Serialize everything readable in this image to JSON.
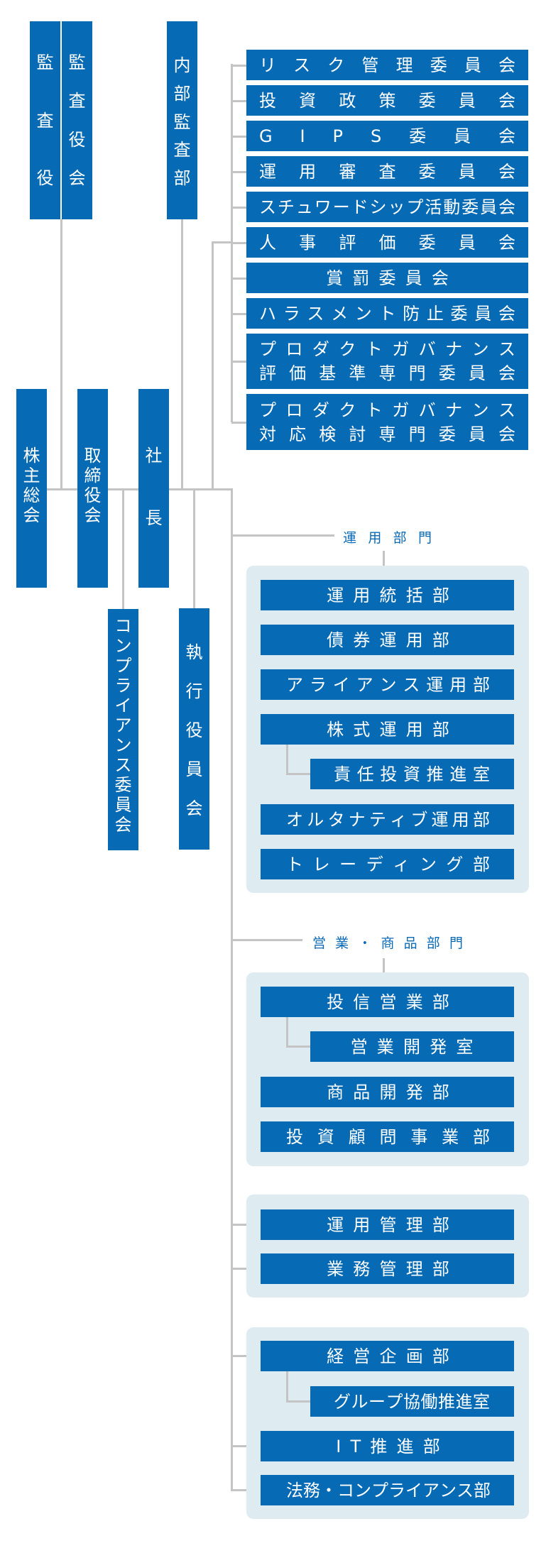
{
  "colors": {
    "box": "#066ab5",
    "panel": "#deebf0",
    "line": "#c4c4c4",
    "label": "#0a6ab5"
  },
  "top": {
    "auditor": "監査役",
    "audit_board": "監査役会",
    "internal_audit": "内部監査部"
  },
  "committees": [
    "リスク管理委員会",
    "投資政策委員会",
    "GIPS委員会",
    "運用審査委員会",
    "スチュワードシップ活動委員会",
    "人事評価委員会",
    "賞罰委員会",
    "ハラスメント防止委員会",
    {
      "line1": "プロダクトガバナンス",
      "line2": "評価基準専門委員会"
    },
    {
      "line1": "プロダクトガバナンス",
      "line2": "対応検討専門委員会"
    }
  ],
  "governance": {
    "shareholders": "株主総会",
    "board": "取締役会",
    "president": "社長",
    "compliance_committee": "コンプライアンス委員会",
    "executive_committee": "執行役員会"
  },
  "divisions": {
    "investment": {
      "label": "運用部門",
      "departments": [
        "運用統括部",
        "債券運用部",
        "アライアンス運用部",
        "株式運用部",
        "責任投資推進室",
        "オルタナティブ運用部",
        "トレーディング部"
      ]
    },
    "sales": {
      "label": "営業・商品部門",
      "departments": [
        "投信営業部",
        "営業開発室",
        "商品開発部",
        "投資顧問事業部"
      ]
    },
    "operations": {
      "departments": [
        "運用管理部",
        "業務管理部"
      ]
    },
    "corporate": {
      "departments": [
        "経営企画部",
        "グループ協働推進室",
        "IT推進部",
        "法務・コンプライアンス部"
      ]
    }
  }
}
